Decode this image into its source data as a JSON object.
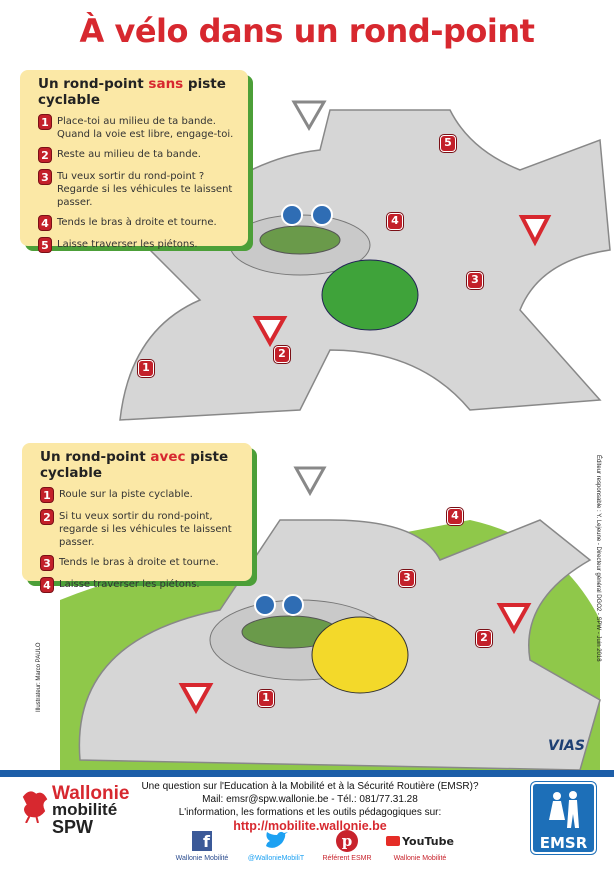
{
  "title": "À vélo dans un rond-point",
  "section1": {
    "heading_pre": "Un rond-point ",
    "heading_hl": "sans",
    "heading_post": " piste cyclable",
    "steps": [
      {
        "n": "1",
        "text": "Place-toi au milieu de ta bande.\nQuand la voie est libre, engage-toi."
      },
      {
        "n": "2",
        "text": "Reste au milieu de ta bande."
      },
      {
        "n": "3",
        "text": "Tu veux sortir du rond-point ?\nRegarde si les véhicules te laissent passer."
      },
      {
        "n": "4",
        "text": "Tends le bras à droite et tourne."
      },
      {
        "n": "5",
        "text": "Laisse traverser les piétons."
      }
    ]
  },
  "section2": {
    "heading_pre": "Un rond-point ",
    "heading_hl": "avec",
    "heading_post": " piste cyclable",
    "steps": [
      {
        "n": "1",
        "text": "Roule sur la piste cyclable."
      },
      {
        "n": "2",
        "text": "Si tu veux sortir du rond-point,\nregarde si les véhicules te laissent passer."
      },
      {
        "n": "3",
        "text": "Tends le bras à droite et tourne."
      },
      {
        "n": "4",
        "text": "Laisse traverser les piétons."
      }
    ]
  },
  "illustrator": "Illustrateur: Marco PAULO",
  "publisher": "Éditeur responsable : Y. Lejeune - Directeur général DGO2 - SPW - Juin 2018",
  "vias_logo": "VIAS",
  "footer": {
    "line1": "Une question sur l'Education à la Mobilité et à la Sécurité Routière (EMSR)?",
    "line2": "Mail: emsr@spw.wallonie.be - Tél.: 081/77.31.28",
    "line3": "L'information, les formations et les outils pédagogiques sur:",
    "url": "http://mobilite.wallonie.be",
    "logo": {
      "l1": "Wallonie",
      "l2": "mobilité",
      "l3": "SPW"
    },
    "emsr": "EMSR",
    "social": [
      {
        "icon": "facebook-icon",
        "label": "Wallonie Mobilité",
        "color": "#3b5998"
      },
      {
        "icon": "twitter-icon",
        "label": "@WallonieMobiliT",
        "color": "#1da1f2"
      },
      {
        "icon": "pinterest-icon",
        "label": "Référent ESMR",
        "color": "#c8232c"
      },
      {
        "icon": "youtube-icon",
        "label": "Wallonie Mobilité",
        "color": "#e52d27",
        "brand": "YouTube"
      }
    ]
  },
  "colors": {
    "accent": "#d7282f",
    "blue": "#1d5ea8",
    "box": "#fbe8a6",
    "green": "#4c9f38"
  }
}
